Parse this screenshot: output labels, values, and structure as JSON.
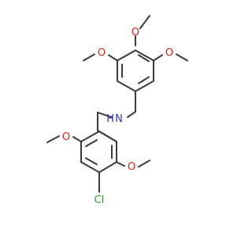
{
  "molecule": {
    "labels": {
      "o_top": "O",
      "o_left": "O",
      "o_right": "O",
      "n": "N",
      "h": "H",
      "o_lower_left": "O",
      "o_lower_right": "O",
      "cl": "Cl"
    },
    "colors": {
      "bond": "#3a3a3a",
      "oxygen": "#e8201b",
      "nitrogen": "#2b36c8",
      "chlorine": "#2fa22f"
    }
  }
}
